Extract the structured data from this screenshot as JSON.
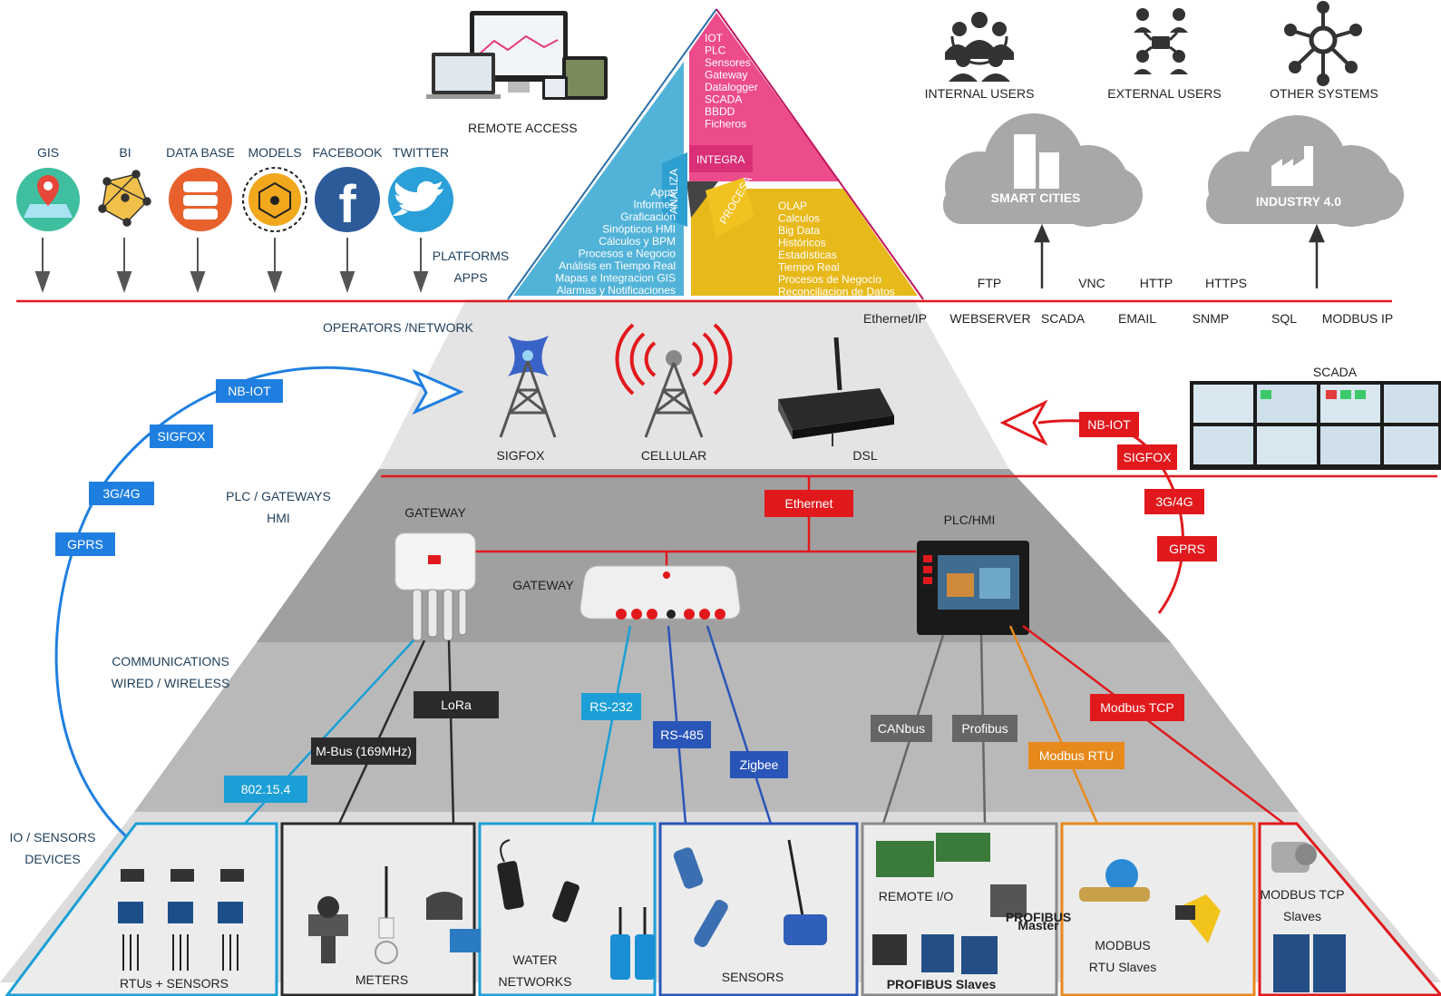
{
  "top_apps": {
    "items": [
      {
        "label": "GIS",
        "color": "#3fbf9f",
        "icon": "map-pin-icon"
      },
      {
        "label": "BI",
        "color": "#e8b23c",
        "icon": "network-icon"
      },
      {
        "label": "DATA BASE",
        "color": "#e8612c",
        "icon": "database-icon"
      },
      {
        "label": "MODELS",
        "color": "#f2a81d",
        "icon": "models-icon"
      },
      {
        "label": "FACEBOOK",
        "color": "#2d5b9a",
        "icon": "facebook-icon"
      },
      {
        "label": "TWITTER",
        "color": "#2a9fd8",
        "icon": "twitter-icon"
      }
    ],
    "platforms_label_1": "PLATFORMS",
    "platforms_label_2": "APPS",
    "remote_access": "REMOTE ACCESS"
  },
  "apex": {
    "pink_items": [
      "IOT",
      "PLC",
      "Sensores",
      "Gateway",
      "Datalogger",
      "SCADA",
      "BBDD",
      "Ficheros"
    ],
    "blue_items": [
      "Apps",
      "Informes",
      "Graficación",
      "Sinópticos HMI",
      "Cálculos y BPM",
      "Procesos e Negocio",
      "Análisis en Tiempo Real",
      "Mapas e Integracion GIS",
      "Alarmas y Notificaciones"
    ],
    "yellow_items": [
      "OLAP",
      "Calculos",
      "Big Data",
      "Históricos",
      "Estadísticas",
      "Tiempo Real",
      "Procesos de Negocio",
      "Reconciliacion de Datos"
    ],
    "integra": "INTEGRA",
    "analiza": "ANALIZA",
    "procesa": "PROCESA"
  },
  "right_top": {
    "users": [
      {
        "label": "INTERNAL USERS",
        "icon": "internal-users-icon"
      },
      {
        "label": "EXTERNAL USERS",
        "icon": "external-users-icon"
      },
      {
        "label": "OTHER SYSTEMS",
        "icon": "other-systems-icon"
      }
    ],
    "clouds": [
      "SMART CITIES",
      "INDUSTRY 4.0"
    ],
    "protocols_row1": [
      "FTP",
      "VNC",
      "HTTP",
      "HTTPS"
    ],
    "protocols_row2": [
      "WEBSERVER",
      "SCADA",
      "EMAIL",
      "SNMP",
      "SQL",
      "MODBUS IP"
    ]
  },
  "network_layer": {
    "title": "OPERATORS /NETWORK",
    "ethernet_ip": "Ethernet/IP",
    "sigfox": "SIGFOX",
    "cellular": "CELLULAR",
    "dsl": "DSL",
    "scada": "SCADA",
    "left_tags": [
      "NB-IOT",
      "SIGFOX",
      "3G/4G",
      "GPRS"
    ],
    "right_tags": [
      "NB-IOT",
      "SIGFOX",
      "3G/4G",
      "GPRS"
    ]
  },
  "plc_layer": {
    "title_1": "PLC / GATEWAYS",
    "title_2": "HMI",
    "gateway_1": "GATEWAY",
    "gateway_2": "GATEWAY",
    "plc_hmi": "PLC/HMI",
    "ethernet": "Ethernet"
  },
  "comm_layer": {
    "title_1": "COMMUNICATIONS",
    "title_2": "WIRED / WIRELESS",
    "tags": [
      {
        "label": "LoRa",
        "color": "#2b2b2b"
      },
      {
        "label": "M-Bus (169MHz)",
        "color": "#2b2b2b"
      },
      {
        "label": "802.15.4",
        "color": "#1b9fd6"
      },
      {
        "label": "RS-232",
        "color": "#1b9fd6"
      },
      {
        "label": "RS-485",
        "color": "#2a55b8"
      },
      {
        "label": "Zigbee",
        "color": "#2a55b8"
      },
      {
        "label": "CANbus",
        "color": "#666666"
      },
      {
        "label": "Profibus",
        "color": "#666666"
      },
      {
        "label": "Modbus RTU",
        "color": "#e8891c"
      },
      {
        "label": "Modbus TCP",
        "color": "#e1191d"
      }
    ]
  },
  "devices_layer": {
    "title_1": "IO / SENSORS",
    "title_2": "DEVICES",
    "boxes": [
      {
        "label": "RTUs + SENSORS"
      },
      {
        "label": "METERS"
      },
      {
        "label_1": "WATER",
        "label_2": "NETWORKS"
      },
      {
        "label": "SENSORS"
      },
      {
        "label": "REMOTE I/O",
        "sub_1": "PROFIBUS",
        "sub_2": "Master",
        "sub_3": "PROFIBUS Slaves"
      },
      {
        "label_1": "MODBUS",
        "label_2": "RTU Slaves"
      },
      {
        "label_1": "MODBUS TCP",
        "label_2": "Slaves"
      }
    ]
  },
  "colors": {
    "red": "#e1191d",
    "blue": "#1f7fe0",
    "pink": "#ec4c8c",
    "cyan": "#52b3d9",
    "yellow": "#e7b91b",
    "gray_light": "#e6e6e6",
    "gray_mid": "#a5a5a5",
    "gray_dark": "#8f8f8f",
    "gray_band": "#b7b7b7"
  }
}
